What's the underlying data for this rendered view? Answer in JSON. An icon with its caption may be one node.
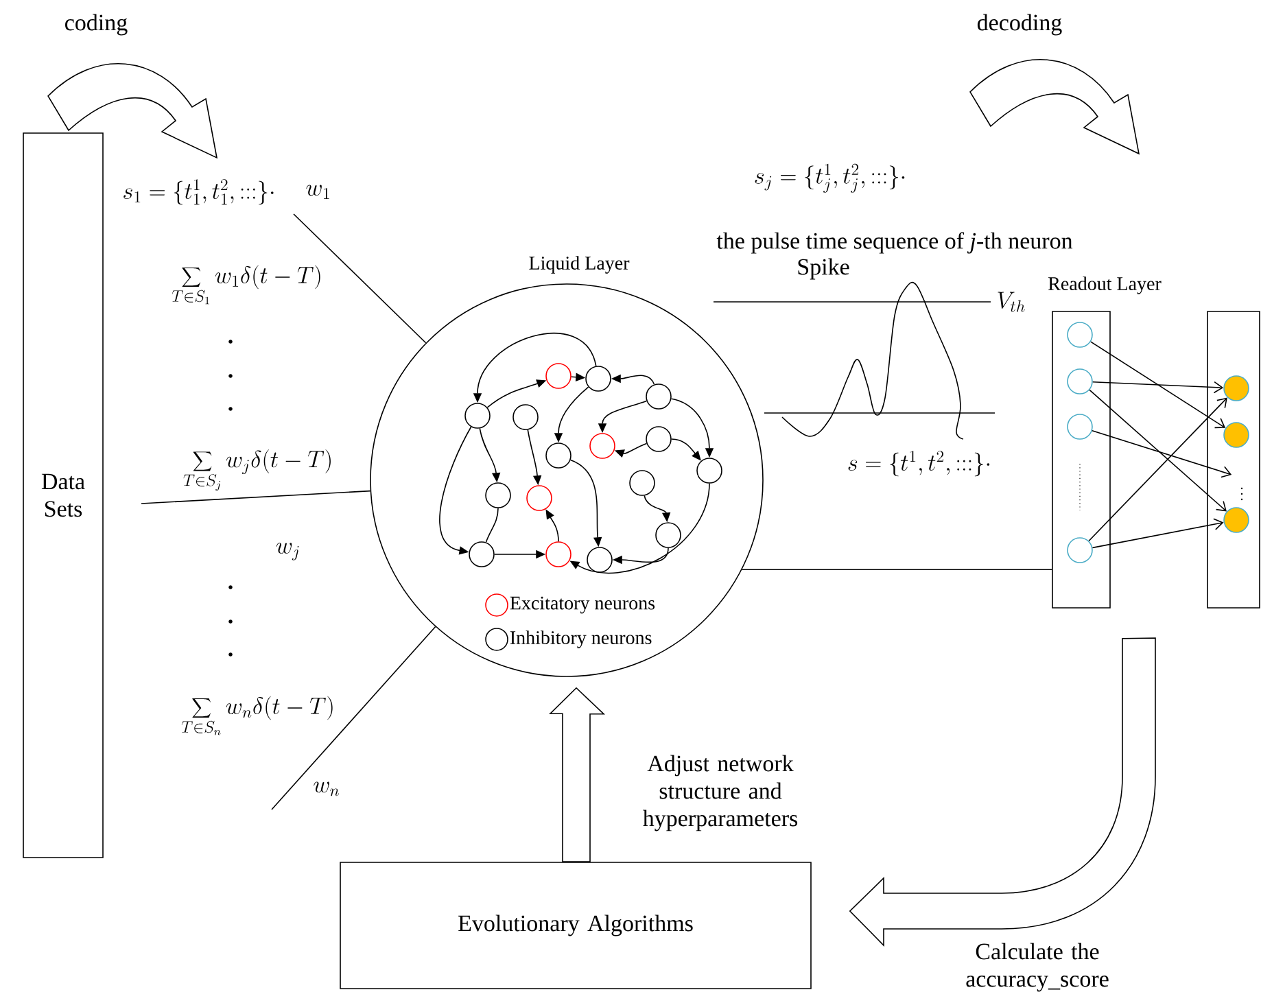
{
  "diagram": {
    "nodes": [
      {
        "text": [
          "Data Sets"
        ]
      },
      {
        "text": [
          "Liquid Layer"
        ]
      },
      {
        "text": [],
        "shape": "circle",
        "in": 1
      },
      {
        "text": [],
        "shape": "circle",
        "in": 1
      },
      {
        "text": [],
        "shape": "circle",
        "in": 1
      },
      {
        "text": [],
        "shape": "circle",
        "in": 1
      },
      {
        "text": [],
        "shape": "circle",
        "in": 1
      },
      {
        "text": [],
        "shape": "circle",
        "in": 1
      },
      {
        "text": [],
        "shape": "circle",
        "in": 1
      },
      {
        "text": [],
        "shape": "circle",
        "in": 1
      },
      {
        "text": [],
        "shape": "circle",
        "in": 1
      },
      {
        "text": [],
        "shape": "circle",
        "in": 1
      },
      {
        "text": [],
        "shape": "circle",
        "in": 1
      },
      {
        "text": [],
        "shape": "circle",
        "in": 1
      },
      {
        "text": [],
        "shape": "circle",
        "in": 1
      },
      {
        "text": [],
        "shape": "circle",
        "in": 1
      },
      {
        "text": [],
        "shape": "circle",
        "in": 1
      },
      {
        "text": [],
        "shape": "circle",
        "in": 1
      },
      {
        "text": [
          "Readout Layer"
        ]
      },
      {
        "text": [],
        "shape": "circle",
        "in": 18
      },
      {
        "text": [],
        "shape": "circle",
        "in": 18
      },
      {
        "text": [],
        "shape": "circle",
        "in": 18
      },
      {
        "text": [],
        "shape": "circle",
        "in": 18
      },
      {
        "text": [],
        "shape": "box"
      },
      {
        "text": [],
        "shape": "circle",
        "in": 23
      },
      {
        "text": [],
        "shape": "circle",
        "in": 23
      },
      {
        "text": [],
        "shape": "circle",
        "in": 23
      },
      {
        "text": [
          "Evolutionary Algorithms"
        ]
      }
    ],
    "edges": [
      {
        "from": null,
        "to": 1,
        "arrow": "none",
        "label": "w_1"
      },
      {
        "from": null,
        "to": 1,
        "arrow": "none",
        "label": "w_j"
      },
      {
        "from": null,
        "to": 1,
        "arrow": "none",
        "label": "w_n"
      },
      {
        "from": 1,
        "to": 18,
        "arrow": "none"
      },
      {
        "from": 27,
        "to": 1,
        "arrow": "to"
      },
      {
        "from": 18,
        "to": 27,
        "arrow": "to"
      },
      {
        "from": 2,
        "to": 4,
        "arrow": "to"
      },
      {
        "from": 5,
        "to": 2,
        "arrow": "to"
      },
      {
        "from": 4,
        "to": 5,
        "arrow": "to"
      },
      {
        "from": 6,
        "to": 5,
        "arrow": "to"
      },
      {
        "from": 5,
        "to": 7,
        "arrow": "to"
      },
      {
        "from": 6,
        "to": 8,
        "arrow": "to"
      },
      {
        "from": 9,
        "to": 8,
        "arrow": "to"
      },
      {
        "from": 6,
        "to": 10,
        "arrow": "to"
      },
      {
        "from": 9,
        "to": 10,
        "arrow": "to"
      },
      {
        "from": 2,
        "to": 12,
        "arrow": "to"
      },
      {
        "from": 2,
        "to": 15,
        "arrow": "to"
      },
      {
        "from": 12,
        "to": 15,
        "arrow": "none"
      },
      {
        "from": 3,
        "to": 13,
        "arrow": "to"
      },
      {
        "from": 15,
        "to": 16,
        "arrow": "to"
      },
      {
        "from": 16,
        "to": 13,
        "arrow": "to"
      },
      {
        "from": 7,
        "to": 17,
        "arrow": "to"
      },
      {
        "from": 11,
        "to": 14,
        "arrow": "to"
      },
      {
        "from": 14,
        "to": 17,
        "arrow": "to"
      },
      {
        "from": 10,
        "to": 16,
        "arrow": "to"
      },
      {
        "from": 19,
        "to": 25,
        "arrow": "to"
      },
      {
        "from": 20,
        "to": 24,
        "arrow": "to"
      },
      {
        "from": 20,
        "to": 26,
        "arrow": "to"
      },
      {
        "from": 21,
        "to": 23,
        "arrow": "to"
      },
      {
        "from": 22,
        "to": 24,
        "arrow": "to"
      },
      {
        "from": 22,
        "to": 26,
        "arrow": "to"
      }
    ],
    "labels": [
      "coding",
      "decoding",
      "s_1=\\{t_1^1,t_1^2,:::\\}\\cdot",
      "\\sum\\limits_{T\\in S_1} w_1\\delta(t-T)",
      "\\sum\\limits_{T\\in S_j} w_j\\delta(t-T)",
      "\\sum\\limits_{T\\in S_n} w_n\\delta(t-T)",
      "s_j=\\{t_j^1,t_j^2,:::\\}\\cdot",
      "the pulse time sequence of *j*-th neuron",
      "Spike",
      "V_{th}",
      "s=\\{t^1,t^2,:::\\}\\cdot",
      "Adjust network structure and hyperparameters",
      "Calculate the accuracy_score"
    ],
    "legend": [
      {
        "text": "Excitatory neurons"
      },
      {
        "text": "Inhibitory neurons"
      }
    ]
  }
}
